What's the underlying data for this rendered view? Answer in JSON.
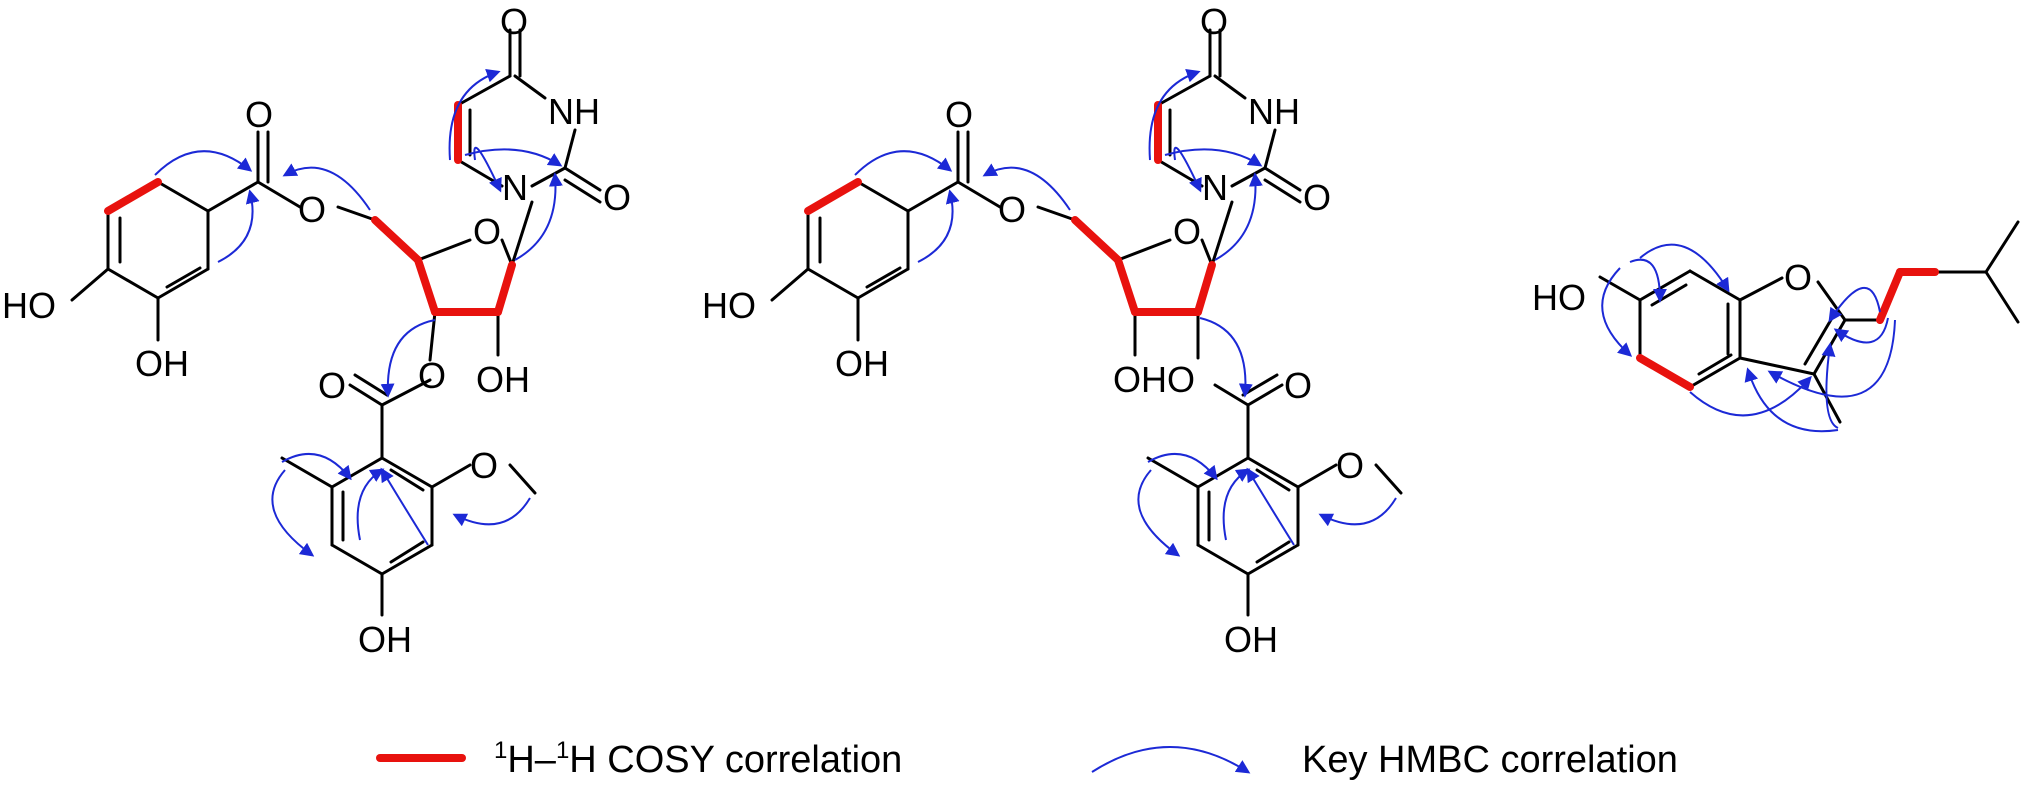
{
  "labels": {
    "O": "O",
    "NH": "NH",
    "N": "N",
    "HO": "HO",
    "OH": "OH",
    "OHO": "OHO"
  },
  "legend": {
    "cosy_sup1": "1",
    "cosy_H1": "H–",
    "cosy_sup2": "1",
    "cosy_H2": "H COSY correlation",
    "hmbc_label": "Key HMBC correlation"
  },
  "colors": {
    "cosy": "#e8120e",
    "hmbc": "#1c29d6",
    "bond": "#000000"
  }
}
